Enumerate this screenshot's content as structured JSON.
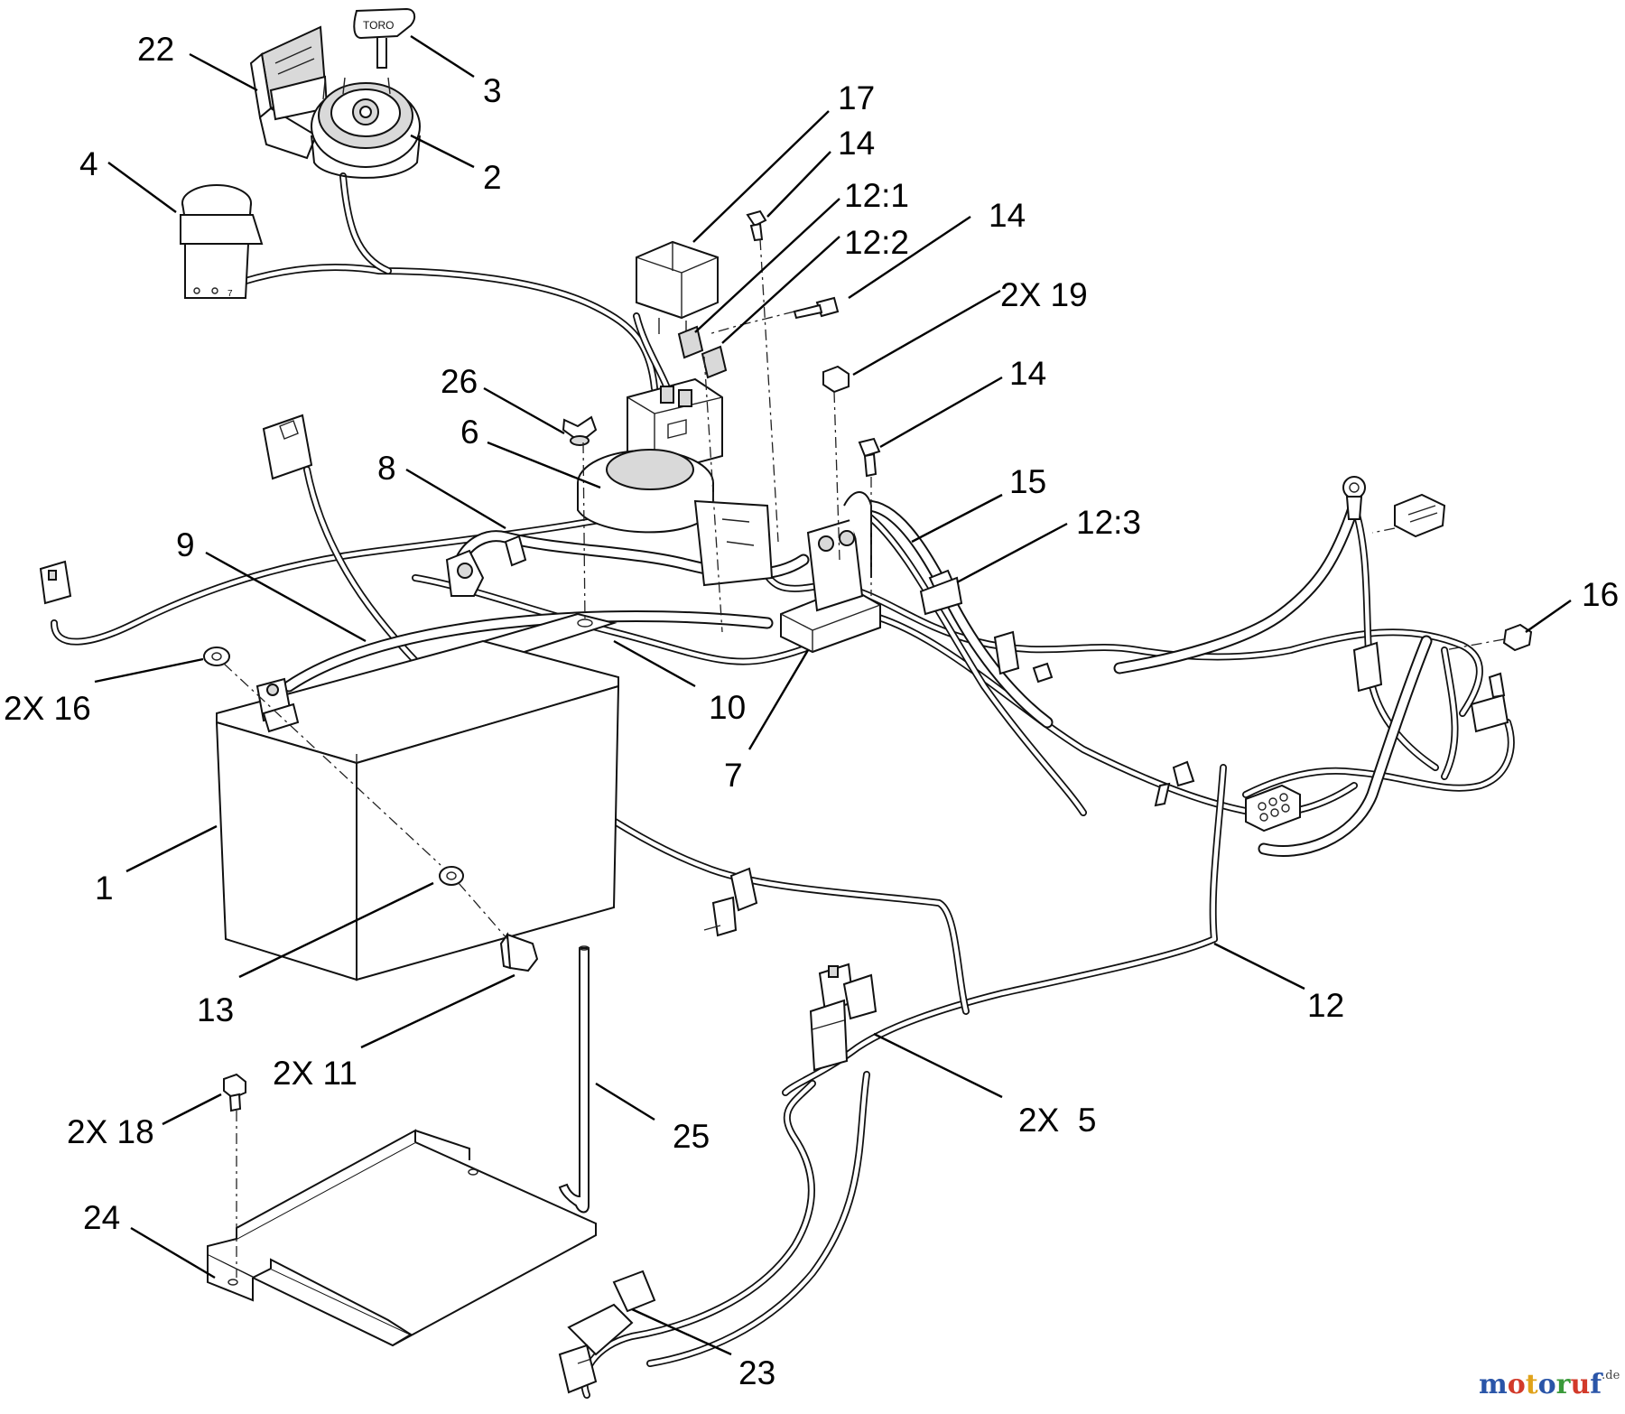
{
  "callouts": {
    "c22": "22",
    "c3": "3",
    "c2": "2",
    "c4": "4",
    "c17": "17",
    "c14a": "14",
    "c12_1": "12:1",
    "c12_2": "12:2",
    "c14b": "14",
    "c2x19": "2X 19",
    "c26": "26",
    "c14c": "14",
    "c6": "6",
    "c8": "8",
    "c15": "15",
    "c12_3": "12:3",
    "c9": "9",
    "c16": "16",
    "c2x16": "2X 16",
    "c10": "10",
    "c7": "7",
    "c1": "1",
    "c13": "13",
    "c12": "12",
    "c2x11": "2X 11",
    "c2x5": "2X  5",
    "c2x18": "2X 18",
    "c25": "25",
    "c24": "24",
    "c23": "23"
  },
  "part_markings": {
    "key_tag": "TORO"
  },
  "watermark": {
    "letters": [
      "m",
      "o",
      "t",
      "o",
      "r",
      "u",
      "f"
    ],
    "letter_colors": [
      "#2a55a8",
      "#d23a2a",
      "#e0a21a",
      "#2a55a8",
      "#3a9a3a",
      "#d23a2a",
      "#2a55a8"
    ],
    "suffix": ".de"
  }
}
